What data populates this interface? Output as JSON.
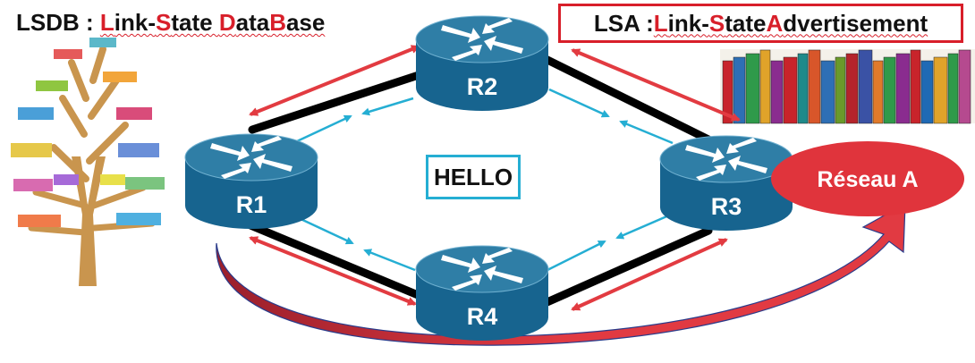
{
  "lsdb": {
    "parts": [
      {
        "text": "LSDB : ",
        "hl": false
      },
      {
        "text": "L",
        "hl": true
      },
      {
        "text": "ink-",
        "hl": false
      },
      {
        "text": "S",
        "hl": true
      },
      {
        "text": "tate ",
        "hl": false
      },
      {
        "text": "D",
        "hl": true
      },
      {
        "text": "ata",
        "hl": false
      },
      {
        "text": "B",
        "hl": true
      },
      {
        "text": "ase",
        "hl": false
      }
    ]
  },
  "lsa": {
    "parts": [
      {
        "text": "LSA : ",
        "hl": false
      },
      {
        "text": "L",
        "hl": true
      },
      {
        "text": "ink-",
        "hl": false
      },
      {
        "text": "S",
        "hl": true
      },
      {
        "text": "tate ",
        "hl": false
      },
      {
        "text": "A",
        "hl": true
      },
      {
        "text": "dvertisement",
        "hl": false
      }
    ]
  },
  "hello_label": "HELLO",
  "routers": [
    {
      "id": "r1",
      "label": "R1"
    },
    {
      "id": "r2",
      "label": "R2"
    },
    {
      "id": "r3",
      "label": "R3"
    },
    {
      "id": "r4",
      "label": "R4"
    }
  ],
  "network_label": "Réseau A",
  "colors": {
    "router_top": "#2f7ea6",
    "router_body": "#17648f",
    "hello_arrow": "#25aed3",
    "lsa_arrow": "#e23b41",
    "link": "#000000",
    "network": "#e0343c",
    "flood_arrow": "#c42a35"
  },
  "icons": [
    "book-tree-icon",
    "bookshelf-icon",
    "router-icon"
  ]
}
